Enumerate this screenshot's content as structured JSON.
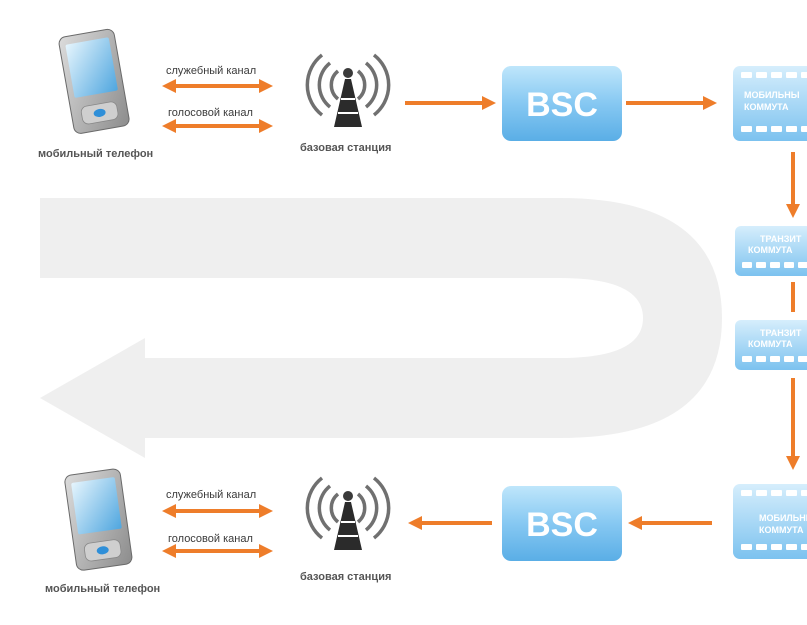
{
  "colors": {
    "arrow": "#ee7d2a",
    "box_light": "#a9dbf6",
    "box_dark": "#56a9e3",
    "return_arrow": "#efefef"
  },
  "top_phone": {
    "label": "мобильный телефон",
    "icon": "pda-phone-icon"
  },
  "bottom_phone": {
    "label": "мобильный телефон",
    "icon": "pda-phone-icon"
  },
  "top_channels": {
    "service": "служебный канал",
    "voice": "голосовой канал"
  },
  "bottom_channels": {
    "service": "служебный канал",
    "voice": "голосовой канал"
  },
  "top_base_station": {
    "label": "базовая станция",
    "icon": "antenna-tower-icon"
  },
  "bottom_base_station": {
    "label": "базовая станция",
    "icon": "antenna-tower-icon"
  },
  "top_bsc": {
    "label": "BSC"
  },
  "bottom_bsc": {
    "label": "BSC"
  },
  "msc_top": {
    "line1": "МОБИЛЬНЫ",
    "line2": "КОММУТА"
  },
  "transit_1": {
    "line1": "ТРАНЗИТ",
    "line2": "КОММУТА"
  },
  "transit_2": {
    "line1": "ТРАНЗИТ",
    "line2": "КОММУТА"
  },
  "msc_bottom": {
    "line1": "МОБИЛЬНЫ",
    "line2": "КОММУТА"
  }
}
